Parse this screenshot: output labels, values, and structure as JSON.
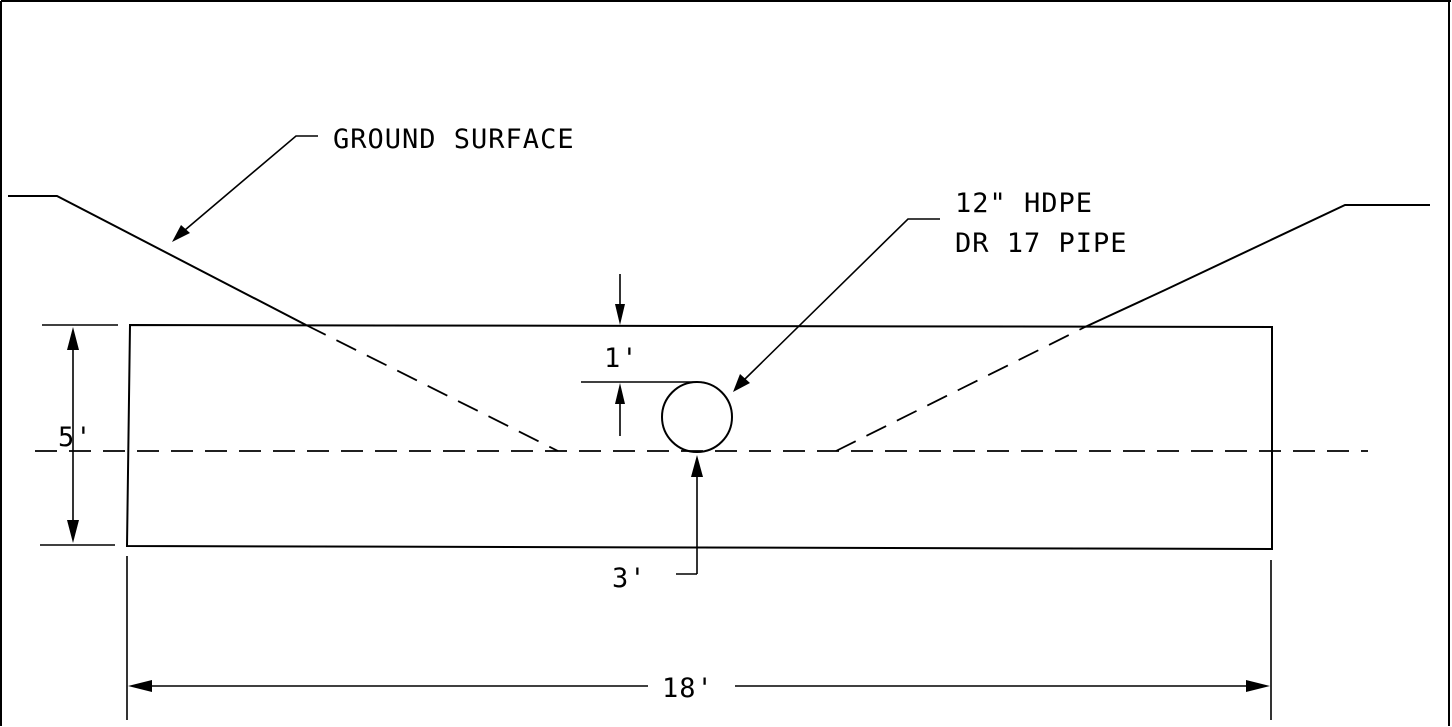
{
  "labels": {
    "ground_surface": "GROUND SURFACE",
    "pipe_line1": "12\" HDPE",
    "pipe_line2": "DR 17 PIPE"
  },
  "dimensions": {
    "cover_depth": "1'",
    "total_height": "5'",
    "bedding_depth": "3'",
    "total_width": "18'"
  }
}
